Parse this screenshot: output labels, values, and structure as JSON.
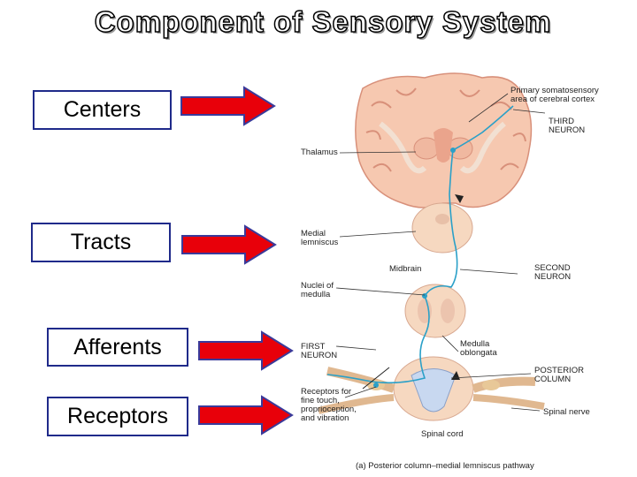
{
  "title": "Component of Sensory System",
  "components": [
    {
      "label": "Centers"
    },
    {
      "label": "Tracts"
    },
    {
      "label": "Afferents"
    },
    {
      "label": "Receptors"
    }
  ],
  "figure": {
    "labels": {
      "primary_cortex_1": "Primary somatosensory",
      "primary_cortex_2": "area of cerebral cortex",
      "third_neuron_1": "THIRD",
      "third_neuron_2": "NEURON",
      "thalamus": "Thalamus",
      "medial_lemniscus_1": "Medial",
      "medial_lemniscus_2": "lemniscus",
      "midbrain": "Midbrain",
      "second_neuron_1": "SECOND",
      "second_neuron_2": "NEURON",
      "nuclei_medulla_1": "Nuclei of",
      "nuclei_medulla_2": "medulla",
      "first_neuron_1": "FIRST",
      "first_neuron_2": "NEURON",
      "medulla_oblongata_1": "Medulla",
      "medulla_oblongata_2": "oblongata",
      "posterior_column_1": "POSTERIOR",
      "posterior_column_2": "COLUMN",
      "receptors_1": "Receptors for",
      "receptors_2": "fine touch,",
      "receptors_3": "proprioception,",
      "receptors_4": "and vibration",
      "spinal_nerve": "Spinal nerve",
      "spinal_cord": "Spinal cord"
    },
    "caption": "(a) Posterior column–medial lemniscus pathway"
  },
  "colors": {
    "box_border": "#1f2a8a",
    "arrow_fill": "#e8000a",
    "arrow_outline": "#3a3a9a",
    "neuron": "#2aa0c8",
    "brain": "#f6c8b0",
    "brain_dark": "#e8a088"
  }
}
